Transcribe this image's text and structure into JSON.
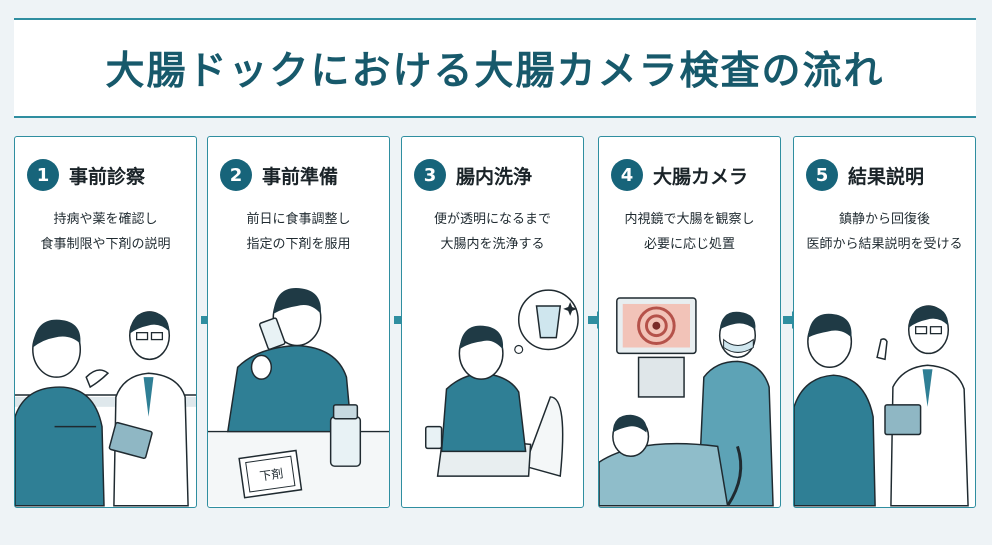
{
  "title": "大腸ドックにおける大腸カメラ検査の流れ",
  "colors": {
    "accent": "#2f8ea0",
    "number_badge": "#17647a",
    "title_text": "#17596b",
    "figure_fill": "#2f7f95",
    "background": "#eef3f6"
  },
  "steps": [
    {
      "number": "1",
      "title": "事前診察",
      "lines": [
        "持病や薬を確認し",
        "食事制限や下剤の説明"
      ],
      "illustration": "doctor-consultation-icon"
    },
    {
      "number": "2",
      "title": "事前準備",
      "lines": [
        "前日に食事調整し",
        "指定の下剤を服用"
      ],
      "illustration": "drinking-laxative-icon",
      "packet_label": "下剤"
    },
    {
      "number": "3",
      "title": "腸内洗浄",
      "lines": [
        "便が透明になるまで",
        "大腸内を洗浄する"
      ],
      "illustration": "toilet-cleansing-icon"
    },
    {
      "number": "4",
      "title": "大腸カメラ",
      "lines": [
        "内視鏡で大腸を観察し",
        "必要に応じ処置"
      ],
      "illustration": "endoscopy-icon"
    },
    {
      "number": "5",
      "title": "結果説明",
      "lines": [
        "鎮静から回復後",
        "医師から結果説明を受ける"
      ],
      "illustration": "results-explanation-icon"
    }
  ]
}
